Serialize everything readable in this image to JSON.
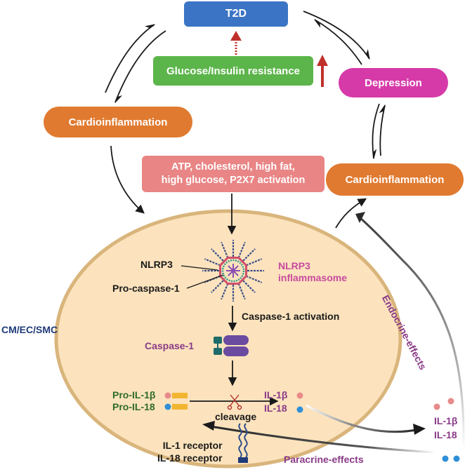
{
  "nodes": {
    "t2d": "T2D",
    "glucose_insulin": "Glucose/Insulin resistance",
    "depression": "Depression",
    "cardioinflammation_left": "Cardioinflammation",
    "cardioinflammation_right": "Cardioinflammation",
    "triggers_line1": "ATP, cholesterol, high fat,",
    "triggers_line2": "high glucose, P2X7 activation"
  },
  "cell": {
    "label": "CM/EC/SMC",
    "nlrp3": "NLRP3",
    "pro_caspase": "Pro-caspase-1",
    "inflammasome_line1": "NLRP3",
    "inflammasome_line2": "inflammasome",
    "caspase_activation": "Caspase-1 activation",
    "caspase1": "Caspase-1",
    "pro_il1b": "Pro-IL-1β",
    "pro_il18": "Pro-IL-18",
    "cleavage": "cleavage",
    "il1b": "IL-1β",
    "il18": "IL-18",
    "receptor_line1": "IL-1 receptor",
    "receptor_line2": "IL-18 receptor"
  },
  "outside": {
    "il1b": "IL-1β",
    "il18": "IL-18",
    "endocrine": "Endocrine-effects",
    "paracrine": "Paracrine-effects"
  },
  "colors": {
    "t2d": "#3b74c4",
    "glucose": "#5cb54a",
    "depression": "#d63aa8",
    "cardioinflammation": "#e07a30",
    "triggers": "#e98585",
    "cell_fill": "#fce3bd",
    "cell_border": "#d9b57c",
    "caspase": "#6a4ba0",
    "magenta_text": "#c84aa0",
    "purple_text": "#8a3a88",
    "green_text": "#2f6b2a",
    "blue_text": "#1e3a78",
    "red_arrow": "#c0312b",
    "il1b_dot": "#e88a8a",
    "il18_dot": "#2f8fd6",
    "pro_bar": "#f2b530"
  }
}
